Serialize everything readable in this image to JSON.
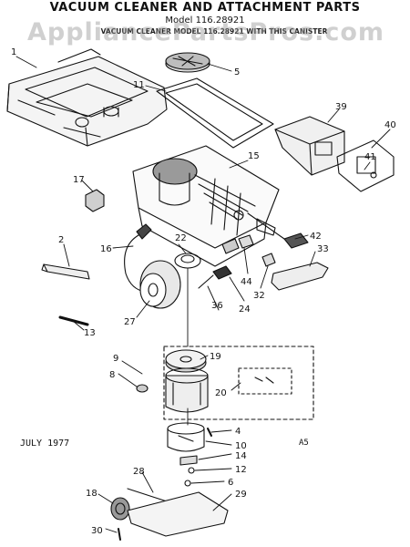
{
  "header": {
    "title": "VACUUM CLEANER AND ATTACHMENT PARTS",
    "model": "Model 116.28921",
    "subtitle": "VACUUM CLEANER MODEL 116.28921 WITH THIS CANISTER"
  },
  "watermark": "AppliancePartsPros.com",
  "footer": {
    "date": "JULY 1977",
    "code": "A5"
  },
  "callouts": [
    "1",
    "5",
    "11",
    "39",
    "40",
    "15",
    "17",
    "41",
    "2",
    "16",
    "22",
    "42",
    "33",
    "44",
    "32",
    "24",
    "36",
    "27",
    "13",
    "9",
    "19",
    "8",
    "20",
    "4",
    "10",
    "14",
    "12",
    "6",
    "28",
    "18",
    "29",
    "30"
  ],
  "colors": {
    "ink": "#111111",
    "watermark": "#969696"
  }
}
